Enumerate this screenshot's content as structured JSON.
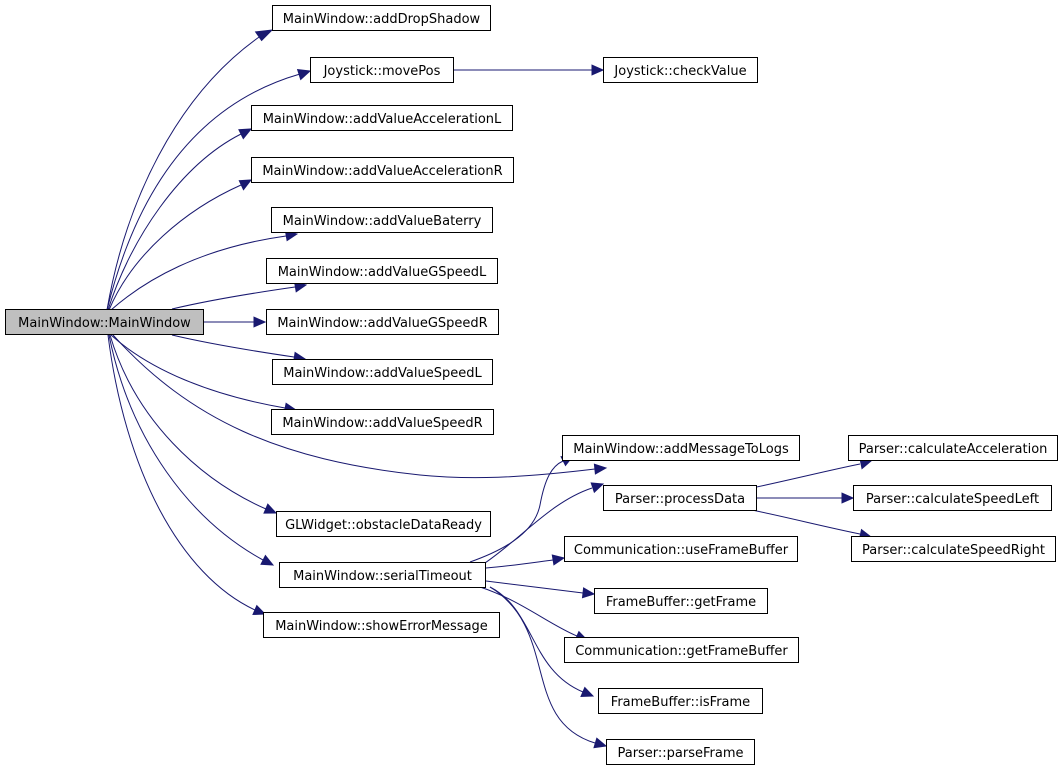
{
  "diagram": {
    "root": "MainWindow::MainWindow",
    "nodes": {
      "root": "MainWindow::MainWindow",
      "addDropShadow": "MainWindow::addDropShadow",
      "movePos": "Joystick::movePos",
      "checkValue": "Joystick::checkValue",
      "addValueAccelerationL": "MainWindow::addValueAccelerationL",
      "addValueAccelerationR": "MainWindow::addValueAccelerationR",
      "addValueBaterry": "MainWindow::addValueBaterry",
      "addValueGSpeedL": "MainWindow::addValueGSpeedL",
      "addValueGSpeedR": "MainWindow::addValueGSpeedR",
      "addValueSpeedL": "MainWindow::addValueSpeedL",
      "addValueSpeedR": "MainWindow::addValueSpeedR",
      "addMessageToLogs": "MainWindow::addMessageToLogs",
      "obstacleDataReady": "GLWidget::obstacleDataReady",
      "serialTimeout": "MainWindow::serialTimeout",
      "showErrorMessage": "MainWindow::showErrorMessage",
      "processData": "Parser::processData",
      "calculateAcceleration": "Parser::calculateAcceleration",
      "calculateSpeedLeft": "Parser::calculateSpeedLeft",
      "calculateSpeedRight": "Parser::calculateSpeedRight",
      "useFrameBuffer": "Communication::useFrameBuffer",
      "getFrame": "FrameBuffer::getFrame",
      "getFrameBuffer": "Communication::getFrameBuffer",
      "isFrame": "FrameBuffer::isFrame",
      "parseFrame": "Parser::parseFrame"
    },
    "edges": [
      [
        "root",
        "addDropShadow"
      ],
      [
        "root",
        "movePos"
      ],
      [
        "movePos",
        "checkValue"
      ],
      [
        "root",
        "addValueAccelerationL"
      ],
      [
        "root",
        "addValueAccelerationR"
      ],
      [
        "root",
        "addValueBaterry"
      ],
      [
        "root",
        "addValueGSpeedL"
      ],
      [
        "root",
        "addValueGSpeedR"
      ],
      [
        "root",
        "addValueSpeedL"
      ],
      [
        "root",
        "addValueSpeedR"
      ],
      [
        "root",
        "addMessageToLogs"
      ],
      [
        "root",
        "obstacleDataReady"
      ],
      [
        "root",
        "serialTimeout"
      ],
      [
        "root",
        "showErrorMessage"
      ],
      [
        "serialTimeout",
        "addMessageToLogs"
      ],
      [
        "serialTimeout",
        "processData"
      ],
      [
        "processData",
        "calculateAcceleration"
      ],
      [
        "processData",
        "calculateSpeedLeft"
      ],
      [
        "processData",
        "calculateSpeedRight"
      ],
      [
        "serialTimeout",
        "useFrameBuffer"
      ],
      [
        "serialTimeout",
        "getFrame"
      ],
      [
        "serialTimeout",
        "getFrameBuffer"
      ],
      [
        "serialTimeout",
        "isFrame"
      ],
      [
        "serialTimeout",
        "parseFrame"
      ]
    ],
    "colors": {
      "edge": "#191970",
      "root_fill": "#bfbfbf",
      "node_fill": "#ffffff",
      "node_border": "#000000"
    }
  }
}
